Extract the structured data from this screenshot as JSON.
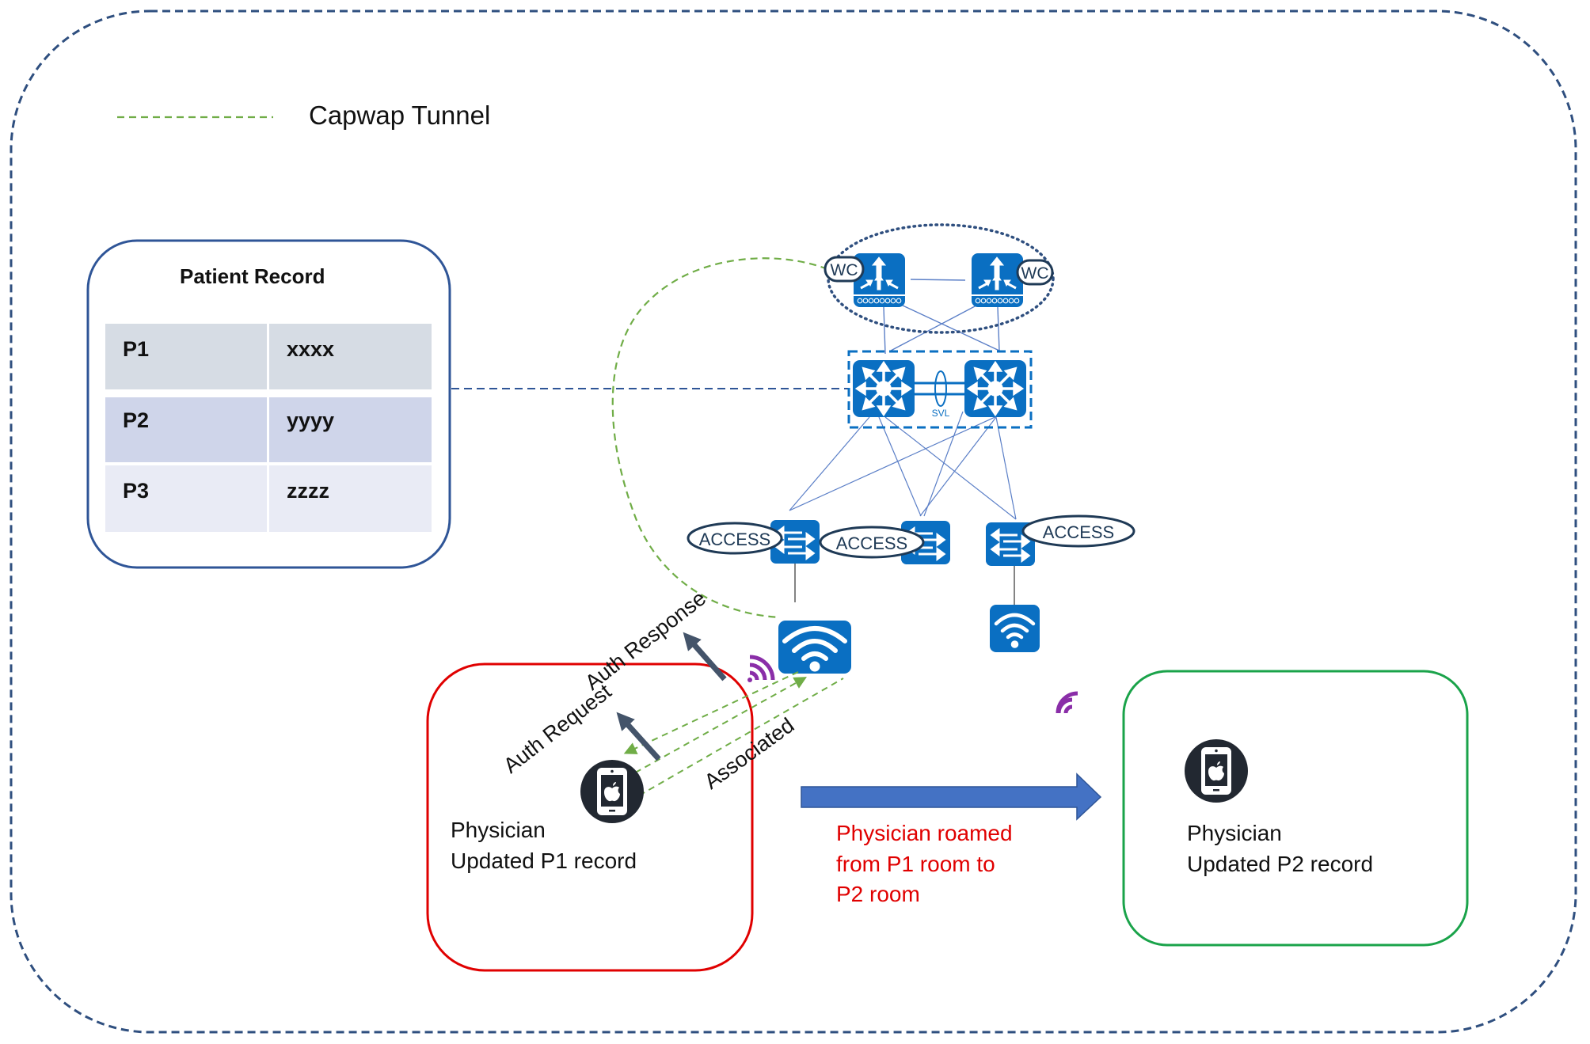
{
  "legend": {
    "line_label": "Capwap Tunnel",
    "line_color": "#70ad47"
  },
  "patient_record": {
    "title": "Patient Record",
    "rows": [
      {
        "id": "P1",
        "value": "xxxx"
      },
      {
        "id": "P2",
        "value": "yyyy"
      },
      {
        "id": "P3",
        "value": "zzzz"
      }
    ]
  },
  "network": {
    "wlc_badges": [
      "WC",
      "WC"
    ],
    "svl_label": "SVL",
    "access_labels": [
      "ACCESS",
      "ACCESS",
      "ACCESS"
    ]
  },
  "flows": {
    "auth_response": "Auth Response",
    "auth_request": "Auth Request",
    "associated": "Associated"
  },
  "room_p1": {
    "line1": "Physician",
    "line2": "Updated P1 record",
    "border_color": "#e00000"
  },
  "room_p2": {
    "line1": "Physician",
    "line2": "Updated P2 record",
    "border_color": "#1aa34a"
  },
  "roam": {
    "lines": [
      "Physician roamed",
      "from P1 room to",
      "P2 room"
    ],
    "text_color": "#e00000",
    "arrow_color": "#4472c4"
  },
  "colors": {
    "device_blue": "#0a6fc2",
    "outer_border": "#2f4f7f",
    "signal_purple": "#8a2ea8",
    "arrow_slate": "#44546a",
    "table_row1": "#d6dce4",
    "table_row2": "#cfd5ea",
    "table_row3": "#e9ebf5"
  }
}
